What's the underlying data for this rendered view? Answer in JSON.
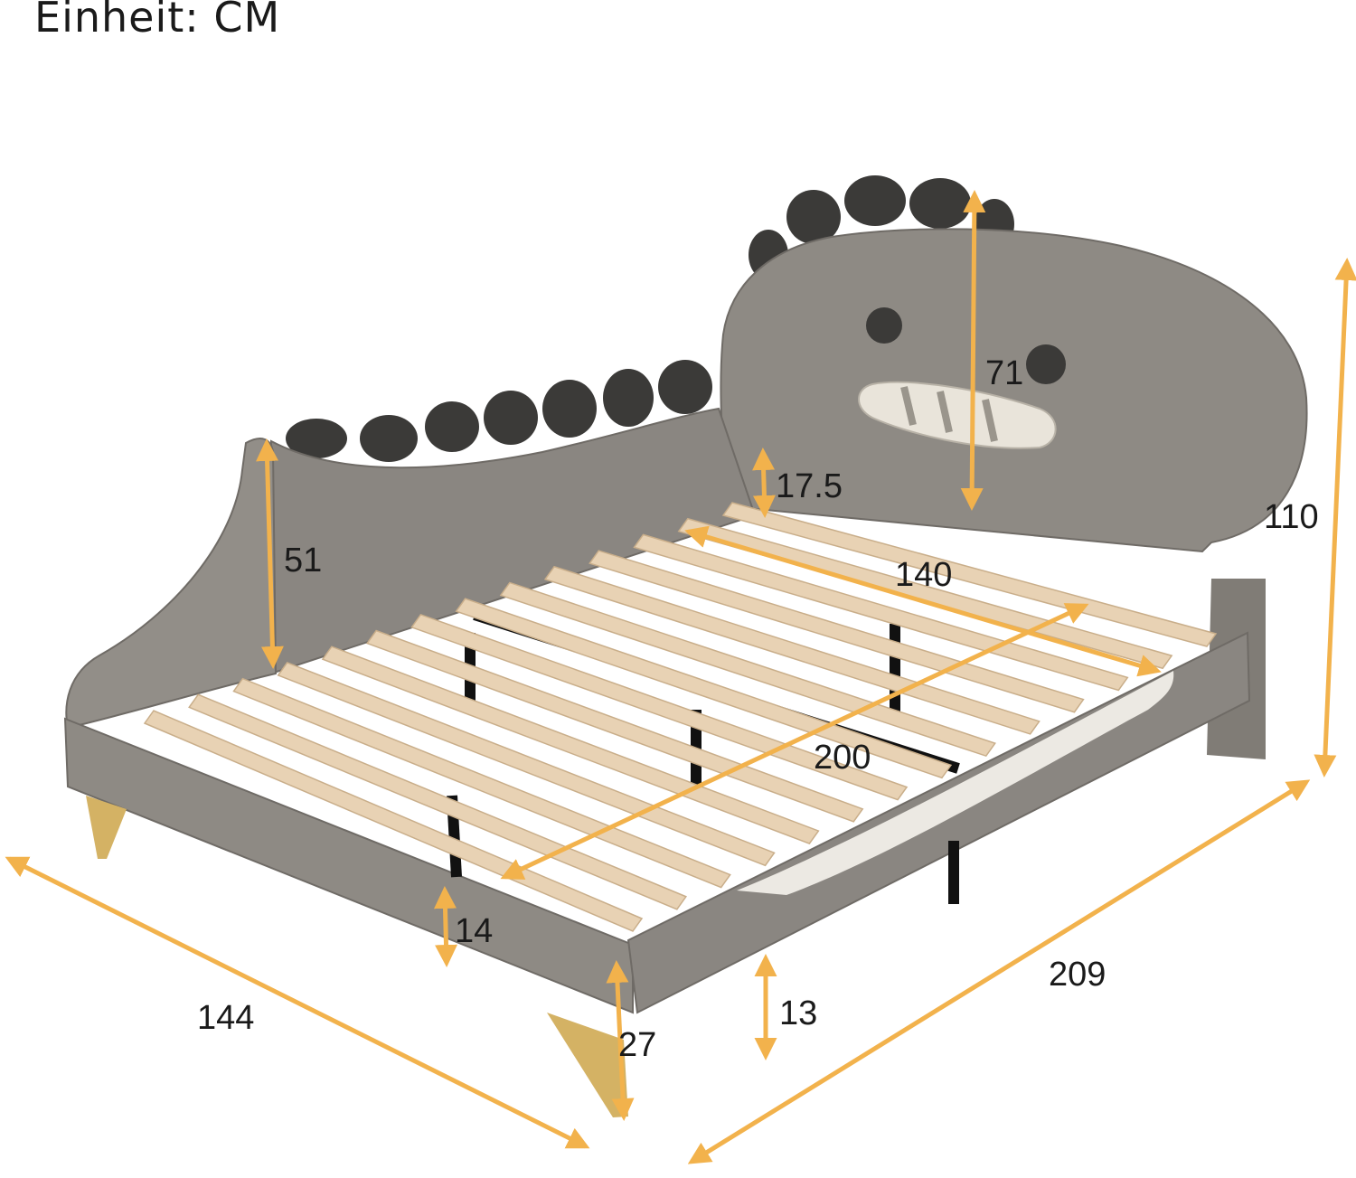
{
  "header": {
    "unit_label": "Einheit: CM"
  },
  "colors": {
    "arrow": "#F2B24C",
    "upholstery": "#8E8A84",
    "upholstery_dark": "#6F6B66",
    "spikes": "#3B3A38",
    "slats": "#E8D2B4",
    "slat_edge": "#C9AE8A",
    "frame_metal": "#111111",
    "legs": "#D4B264",
    "teeth": "#E9E4DA"
  },
  "dimensions": {
    "headboard_height": "71",
    "total_height": "110",
    "side_panel_height": "51",
    "headboard_gap": "17.5",
    "inner_width": "140",
    "inner_length": "200",
    "frame_height": "14",
    "overall_width": "144",
    "overall_length": "209",
    "leg_height": "27",
    "ground_clearance": "13"
  }
}
